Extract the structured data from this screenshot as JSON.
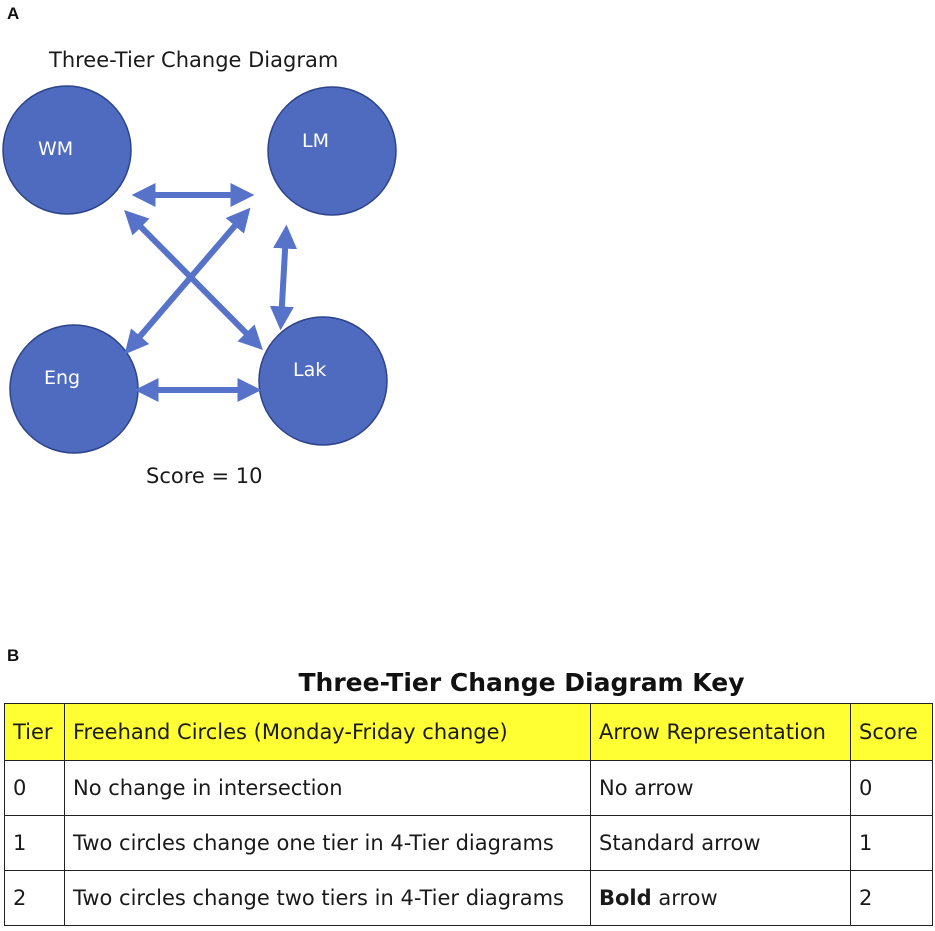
{
  "panel_a": {
    "letter": "A",
    "title": "Three-Tier Change Diagram",
    "score_label": "Score = 10",
    "node_color": "#4f6bbf",
    "arrow_color": "#5673c9",
    "nodes": [
      {
        "id": "wm",
        "label": "WM"
      },
      {
        "id": "lm",
        "label": "LM"
      },
      {
        "id": "eng",
        "label": "Eng"
      },
      {
        "id": "lak",
        "label": "Lak"
      }
    ],
    "edges": [
      {
        "from": "WM",
        "to": "LM"
      },
      {
        "from": "WM",
        "to": "Lak"
      },
      {
        "from": "LM",
        "to": "Eng"
      },
      {
        "from": "LM",
        "to": "Lak"
      },
      {
        "from": "Eng",
        "to": "Lak"
      }
    ]
  },
  "panel_b": {
    "letter": "B",
    "title": "Three-Tier Change Diagram Key",
    "header_color": "#ffff33",
    "headers": [
      "Tier",
      "Freehand Circles (Monday-Friday change)",
      "Arrow Representation",
      "Score"
    ],
    "rows": [
      {
        "tier": "0",
        "circles": "No change in intersection",
        "arrow": "No arrow",
        "arrow_bold": "",
        "score": "0"
      },
      {
        "tier": "1",
        "circles": "Two circles change one tier in 4-Tier diagrams",
        "arrow": "Standard arrow",
        "arrow_bold": "",
        "score": "1"
      },
      {
        "tier": "2",
        "circles": "Two circles change two tiers in 4-Tier diagrams",
        "arrow": " arrow",
        "arrow_bold": "Bold",
        "score": "2"
      }
    ]
  }
}
